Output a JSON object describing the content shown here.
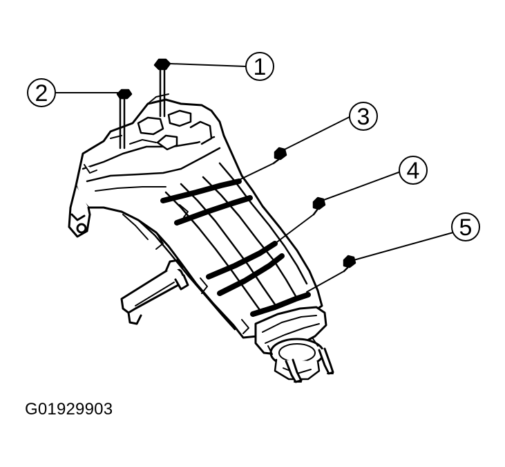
{
  "figure": {
    "code": "G01929903",
    "callouts": [
      {
        "number": "1"
      },
      {
        "number": "2"
      },
      {
        "number": "3"
      },
      {
        "number": "4"
      },
      {
        "number": "5"
      }
    ]
  }
}
